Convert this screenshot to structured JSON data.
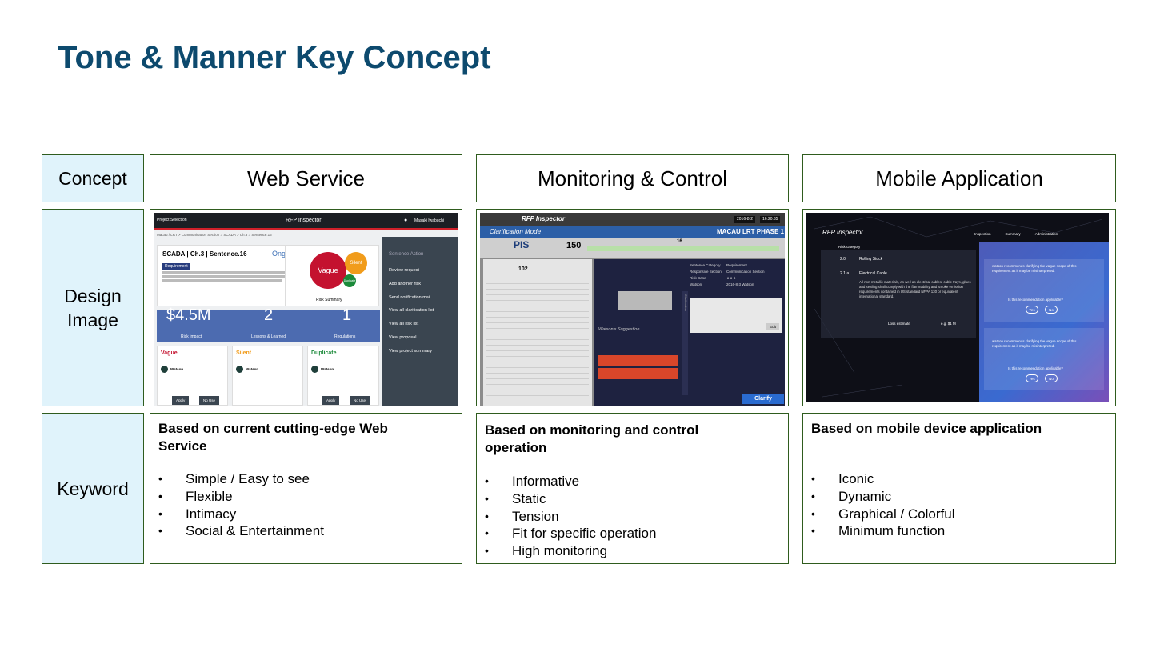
{
  "page": {
    "title": "Tone & Manner Key Concept"
  },
  "rows": {
    "concept": "Concept",
    "design": "Design Image",
    "keyword": "Keyword"
  },
  "columns": [
    {
      "header": "Web Service",
      "keyword_title": "Based on current cutting-edge Web Service",
      "keywords": [
        "Simple / Easy to see",
        "Flexible",
        "Intimacy",
        "Social & Entertainment"
      ]
    },
    {
      "header": "Monitoring & Control",
      "keyword_title": "Based on monitoring and control operation",
      "keywords": [
        "Informative",
        "Static",
        "Tension",
        "Fit for specific operation",
        "High monitoring"
      ]
    },
    {
      "header": "Mobile Application",
      "keyword_title": "Based on mobile device application",
      "keywords": [
        "Iconic",
        "Dynamic",
        "Graphical / Colorful",
        "Minimum function"
      ]
    }
  ],
  "web_shot": {
    "topbar_left": "Project Selection",
    "topbar_center": "RFP Inspector",
    "topbar_user": "Masaki Iwabuchi",
    "crumbs": "Macau / LRT > Communication Section > SCADA > Ch.3 > Sentence.16",
    "sentence_title": "SCADA | Ch.3 | Sentence.16",
    "status": "Ongoing",
    "tag": "Requirement",
    "bubble_vague": "Vague",
    "bubble_silent": "Silent",
    "bubble_dup": "Duplicate",
    "risk_summary": "Risk Summary",
    "metric1_value": "$4.5M",
    "metric1_label": "Risk Impact",
    "metric2_value": "2",
    "metric2_label": "Lessons & Learned",
    "metric3_value": "1",
    "metric3_label": "Regulations",
    "actions_title": "Sentence Action",
    "actions": [
      "Review request",
      "Add another risk",
      "Send notification mail",
      "View all clarification list",
      "View all risk list",
      "View proposal",
      "View project summary"
    ],
    "card1": "Vague",
    "card2": "Silent",
    "card3": "Duplicate",
    "apply": "Apply",
    "no_use": "No Use",
    "watson": "Watson"
  },
  "mon_shot": {
    "app": "RFP Inspector",
    "mode": "Clarification Mode",
    "project": "MACAU LRT PHASE 1",
    "pis": "PIS",
    "count": "150",
    "count2": "102",
    "count3": "16",
    "date": "2016-8-2",
    "time": "16:20:35",
    "suggest": "Watson's Suggestion",
    "clarify": "Clarify",
    "side": "Clarification",
    "fields": [
      "Sentence Category",
      "Responsive Section",
      "Risk Case",
      "Watson"
    ],
    "values": [
      "Requirement",
      "Communication Section",
      "★★★",
      "2016-8-3 Watson"
    ],
    "edit": "Edit"
  },
  "mob_shot": {
    "app": "RFP Inspector",
    "tabs": [
      "Inspection",
      "Summary",
      "Administration"
    ],
    "risk_category": "Risk category",
    "row1_num": "2.0",
    "row1": "Rolling Stock",
    "row2_num": "2.1.a",
    "row2": "Electrical Cable",
    "body": "All non-metallic materials, as well as electrical cables, cable trays, glues and sealing shall comply with the flammability and smoke emission requirements contained in US standard NFPA 130 or equivalent international standard.",
    "loss_label": "Loss estimate",
    "loss_value": "e.g. $1 M",
    "note": "watson recommends clarifying the vague scope of this requirement as it may be misinterpreted.",
    "question": "Is this recommendation applicable?",
    "yes": "Yes",
    "no": "No"
  },
  "colors": {
    "title": "#0d4a6e",
    "border": "#2f5c1e",
    "label_bg": "#e0f3fb"
  }
}
